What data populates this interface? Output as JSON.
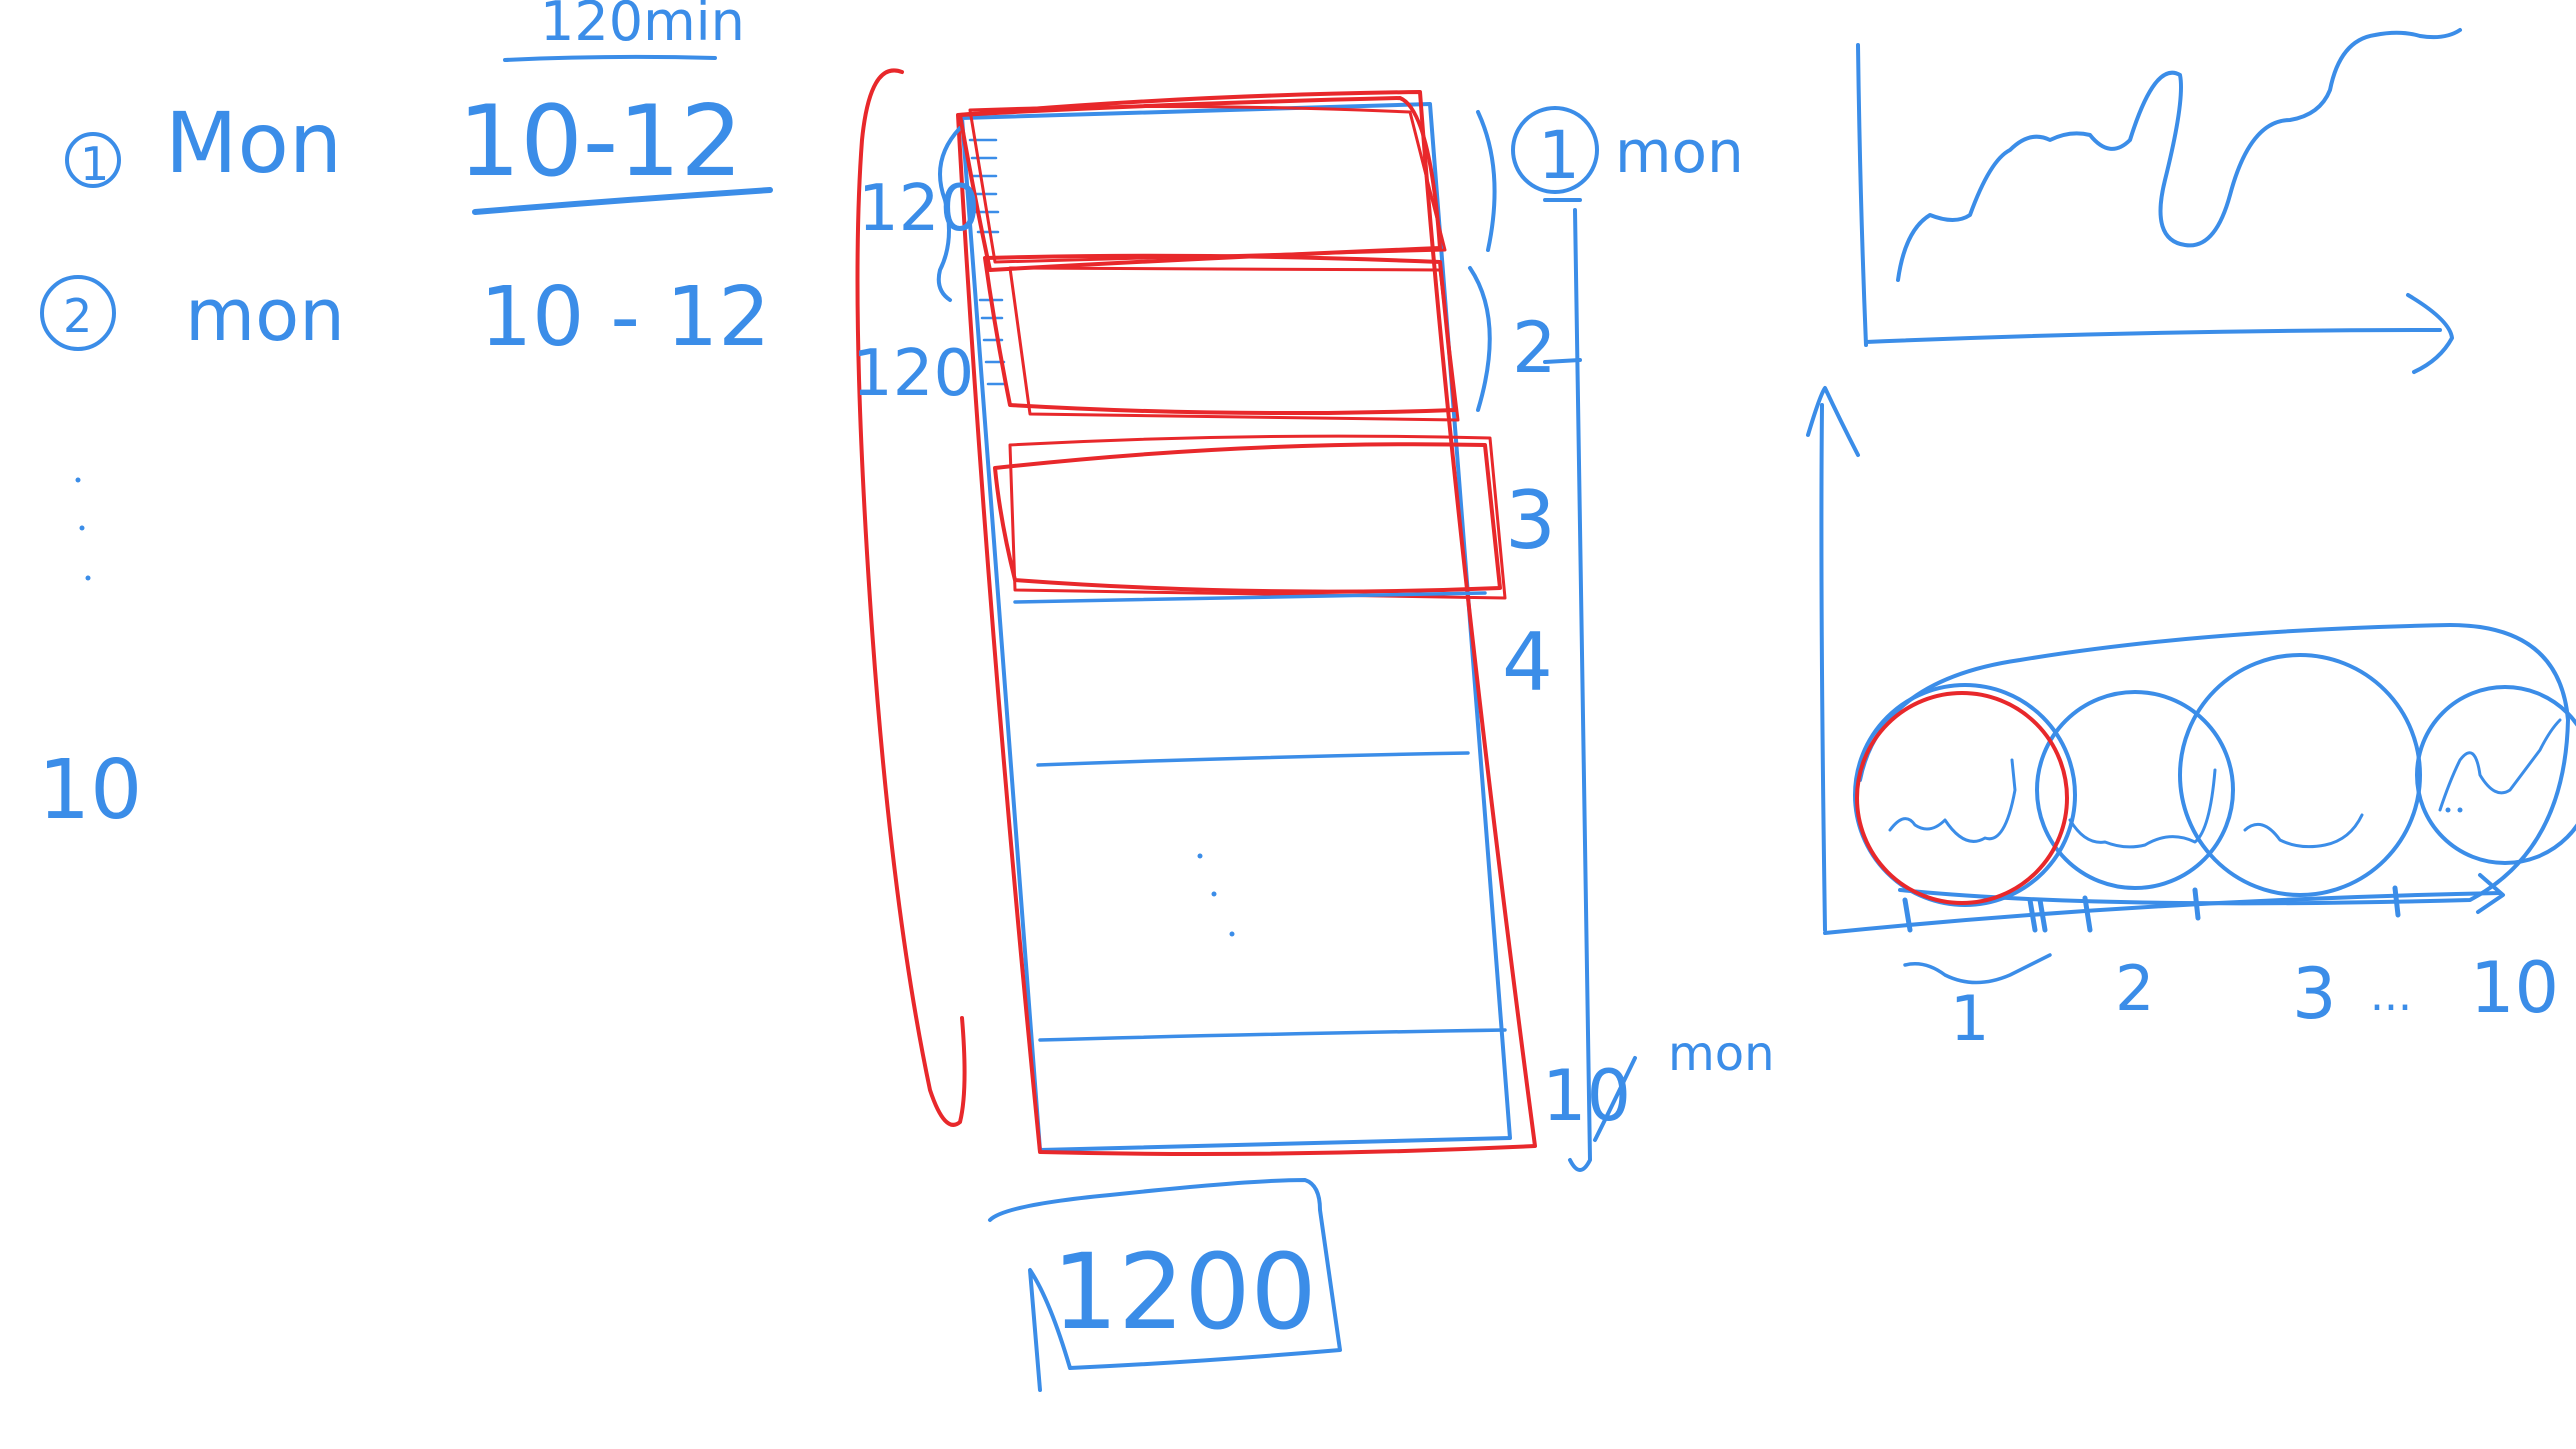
{
  "canvas": {
    "background": "#ffffff"
  },
  "ink_colors": {
    "blue": "#3b8de8",
    "red": "#e8282b"
  },
  "left_list": {
    "header": "120min",
    "rows": [
      {
        "marker": "1",
        "day": "Mon",
        "time": "10-12"
      },
      {
        "marker": "2",
        "day": "mon",
        "time": "10 - 12"
      }
    ],
    "last_row": "10"
  },
  "stack": {
    "side_labels": [
      "120",
      "120"
    ],
    "segment_labels": [
      "1",
      "mon",
      "2",
      "3",
      "4",
      "10",
      "mon"
    ],
    "total": "1200"
  },
  "timeline": {
    "window_labels": [
      "1",
      "2",
      "3",
      "...",
      "10"
    ]
  }
}
